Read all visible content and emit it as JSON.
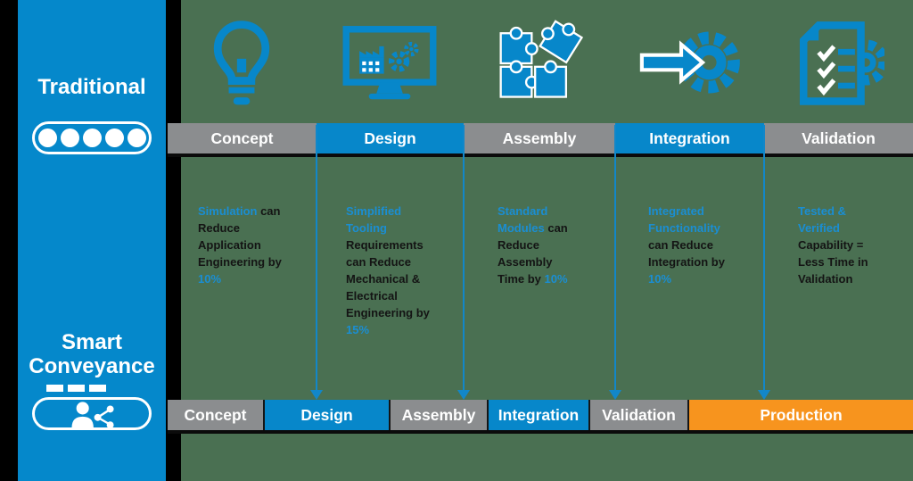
{
  "palette": {
    "blue": "#0787CA",
    "light_blue_text": "#1A8ED3",
    "gray": "#8B8D8F",
    "orange": "#F7941E",
    "background_green": "#4A7052",
    "background_black": "#000000",
    "white": "#FFFFFF"
  },
  "left_panel": {
    "top_title": "Traditional",
    "bottom_title_line1": "Smart",
    "bottom_title_line2": "Conveyance",
    "top_icon": "conveyor-dots-icon",
    "bottom_icon": "person-share-conveyor-icon"
  },
  "icon_row": [
    {
      "name": "lightbulb-icon",
      "phase": "Concept"
    },
    {
      "name": "monitor-factory-gears-icon",
      "phase": "Design"
    },
    {
      "name": "puzzle-pieces-icon",
      "phase": "Assembly"
    },
    {
      "name": "arrow-into-gear-icon",
      "phase": "Integration"
    },
    {
      "name": "checklist-document-gear-icon",
      "phase": "Validation"
    }
  ],
  "traditional_bar": {
    "segments": [
      {
        "label": "Concept",
        "color": "gray"
      },
      {
        "label": "Design",
        "color": "blue"
      },
      {
        "label": "Assembly",
        "color": "gray"
      },
      {
        "label": "Integration",
        "color": "blue"
      },
      {
        "label": "Validation",
        "color": "gray"
      }
    ]
  },
  "smart_bar": {
    "segments": [
      {
        "label": "Concept",
        "color": "gray"
      },
      {
        "label": "Design",
        "color": "blue"
      },
      {
        "label": "Assembly",
        "color": "gray"
      },
      {
        "label": "Integration",
        "color": "blue"
      },
      {
        "label": "Validation",
        "color": "gray"
      },
      {
        "label": "Production",
        "color": "orange"
      }
    ]
  },
  "notes": [
    {
      "lead": "Simulation",
      "body": " can Reduce Application Engineering by ",
      "pct": "10%"
    },
    {
      "lead": "Simplified Tooling",
      "body": " Requirements can Reduce Mechanical & Electrical Engineering by ",
      "pct": "15%"
    },
    {
      "lead": "Standard Modules",
      "body": " can Reduce Assembly Time by ",
      "pct": "10%"
    },
    {
      "lead": "Integrated Functionality",
      "body": " can Reduce Integration by ",
      "pct": "10%"
    },
    {
      "lead": "Tested & Verified",
      "body": " Capability = Less Time in Validation",
      "pct": ""
    }
  ]
}
